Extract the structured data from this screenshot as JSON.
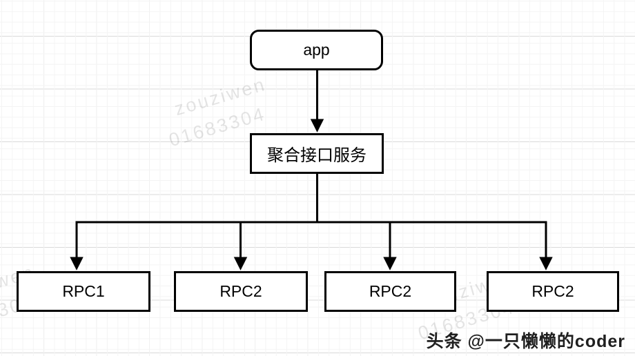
{
  "diagram": {
    "nodes": [
      {
        "id": "app",
        "label": "app",
        "shape": "rounded-rect"
      },
      {
        "id": "aggregate",
        "label": "聚合接口服务",
        "shape": "rect"
      },
      {
        "id": "rpc1",
        "label": "RPC1",
        "shape": "rect"
      },
      {
        "id": "rpc2a",
        "label": "RPC2",
        "shape": "rect"
      },
      {
        "id": "rpc2b",
        "label": "RPC2",
        "shape": "rect"
      },
      {
        "id": "rpc2c",
        "label": "RPC2",
        "shape": "rect"
      }
    ],
    "edges": [
      {
        "from": "app",
        "to": "aggregate",
        "arrow": true
      },
      {
        "from": "aggregate",
        "to": "rpc1",
        "arrow": true
      },
      {
        "from": "aggregate",
        "to": "rpc2a",
        "arrow": true
      },
      {
        "from": "aggregate",
        "to": "rpc2b",
        "arrow": true
      },
      {
        "from": "aggregate",
        "to": "rpc2c",
        "arrow": true
      }
    ]
  },
  "watermark": {
    "line1": "zouziwen",
    "line2": "01683304"
  },
  "attribution": {
    "text": "头条 @一只懒懒的coder"
  },
  "colors": {
    "node_border": "#000000",
    "node_fill": "#ffffff",
    "connector": "#000000",
    "grid_major": "#d9d9d9",
    "grid_minor": "#f4f4f4",
    "watermark": "#e4e4e4",
    "attribution_text": "#1f1f1f"
  }
}
